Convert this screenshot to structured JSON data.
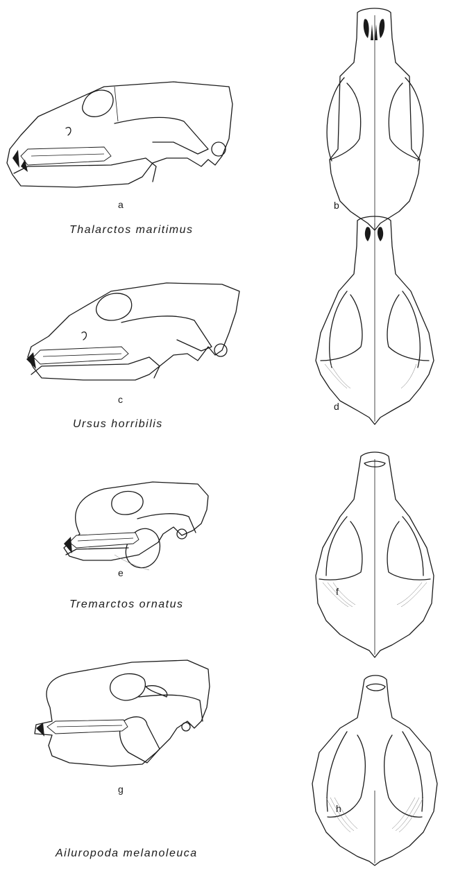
{
  "panels": [
    {
      "letter": "a"
    },
    {
      "letter": "b"
    },
    {
      "letter": "c"
    },
    {
      "letter": "d"
    },
    {
      "letter": "e"
    },
    {
      "letter": "f"
    },
    {
      "letter": "g"
    },
    {
      "letter": "h"
    }
  ],
  "species": [
    "Thalarctos maritimus",
    "Ursus horribilis",
    "Tremarctos ornatus",
    "Ailuropoda melanoleuca"
  ]
}
